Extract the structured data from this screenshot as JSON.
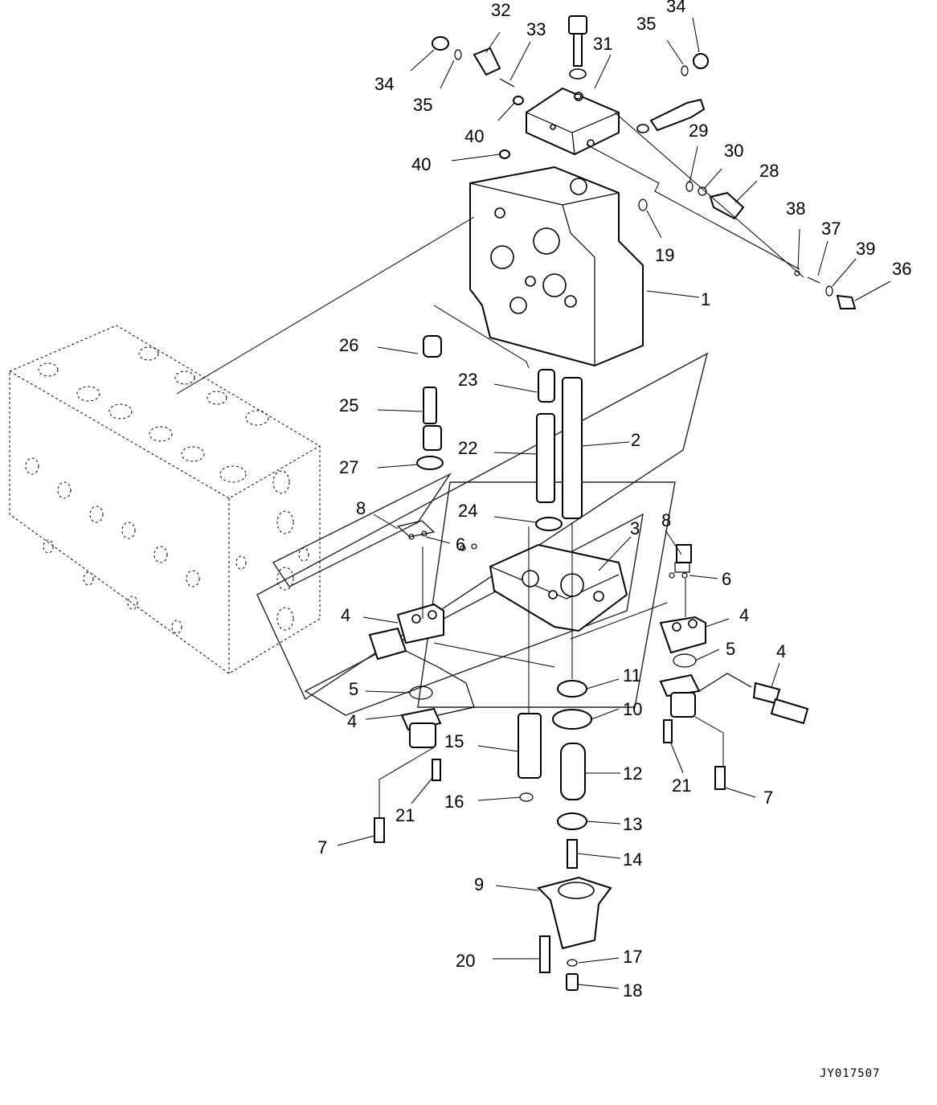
{
  "drawing_code": "JY017507",
  "callouts": {
    "c1": "1",
    "c2": "2",
    "c3": "3",
    "c4": "4",
    "c5": "5",
    "c6": "6",
    "c7": "7",
    "c8": "8",
    "c9": "9",
    "c10": "10",
    "c11": "11",
    "c12": "12",
    "c13": "13",
    "c14": "14",
    "c15": "15",
    "c16": "16",
    "c17": "17",
    "c18": "18",
    "c19": "19",
    "c20": "20",
    "c21": "21",
    "c22": "22",
    "c23": "23",
    "c24": "24",
    "c25": "25",
    "c26": "26",
    "c27": "27",
    "c28": "28",
    "c29": "29",
    "c30": "30",
    "c31": "31",
    "c32": "32",
    "c33": "33",
    "c34": "34",
    "c35": "35",
    "c36": "36",
    "c37": "37",
    "c38": "38",
    "c39": "39",
    "c40": "40"
  }
}
